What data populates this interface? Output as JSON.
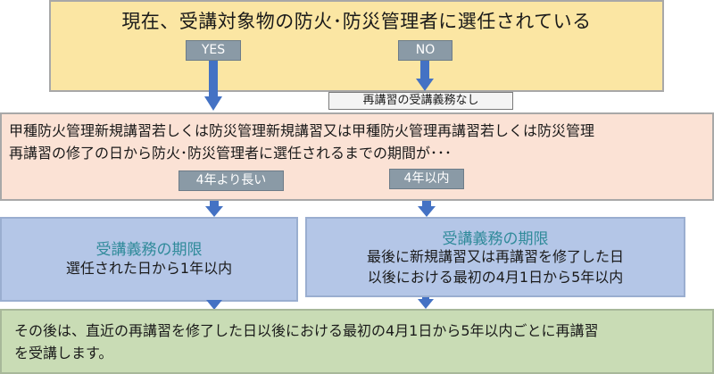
{
  "top": {
    "title": "現在、受講対象物の防火･防災管理者に選任されている",
    "yes_label": "YES",
    "no_label": "NO",
    "no_note": "再講習の受講義務なし"
  },
  "middle": {
    "line1": "甲種防火管理新規講習若しくは防災管理新規講習又は甲種防火管理再講習若しくは防災管理",
    "line2": "再講習の修了の日から防火･防災管理者に選任されるまでの期間が･･･",
    "longer_label": "4年より長い",
    "within_label": "4年以内"
  },
  "left_result": {
    "heading": "受講義務の期限",
    "body": "選任された日から1年以内"
  },
  "right_result": {
    "heading": "受講義務の期限",
    "line1": "最後に新規講習又は再講習を修了した日",
    "line2": "以後における最初の4月1日から5年以内"
  },
  "bottom": {
    "line1": "その後は、直近の再講習を修了した日以後における最初の4月1日から5年以内ごとに再講習",
    "line2": "を受講します。"
  },
  "colors": {
    "top_fill": "#fbe6a3",
    "middle_fill": "#fbe2d5",
    "result_fill": "#b4c6e7",
    "bottom_fill": "#c9dcb5",
    "arrow": "#4472c4",
    "tag": "#8a9aa6"
  }
}
